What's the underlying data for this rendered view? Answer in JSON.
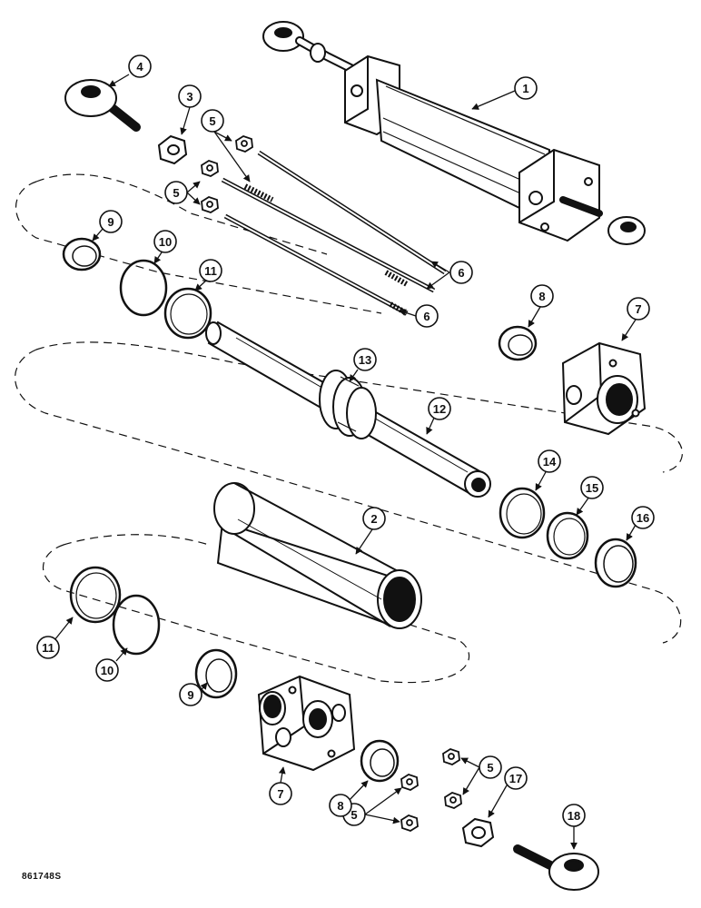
{
  "figure": {
    "reference_code": "861748S",
    "line_color": "#111111",
    "background": "#ffffff"
  },
  "callouts": [
    {
      "id": "c1",
      "label": "1"
    },
    {
      "id": "c2",
      "label": "2"
    },
    {
      "id": "c3",
      "label": "3"
    },
    {
      "id": "c4",
      "label": "4"
    },
    {
      "id": "c5a",
      "label": "5"
    },
    {
      "id": "c5b",
      "label": "5"
    },
    {
      "id": "c5c",
      "label": "5"
    },
    {
      "id": "c5d",
      "label": "5"
    },
    {
      "id": "c6a",
      "label": "6"
    },
    {
      "id": "c6b",
      "label": "6"
    },
    {
      "id": "c7a",
      "label": "7"
    },
    {
      "id": "c7b",
      "label": "7"
    },
    {
      "id": "c8a",
      "label": "8"
    },
    {
      "id": "c8b",
      "label": "8"
    },
    {
      "id": "c9a",
      "label": "9"
    },
    {
      "id": "c9b",
      "label": "9"
    },
    {
      "id": "c10a",
      "label": "10"
    },
    {
      "id": "c10b",
      "label": "10"
    },
    {
      "id": "c11a",
      "label": "11"
    },
    {
      "id": "c11b",
      "label": "11"
    },
    {
      "id": "c12",
      "label": "12"
    },
    {
      "id": "c13",
      "label": "13"
    },
    {
      "id": "c14",
      "label": "14"
    },
    {
      "id": "c15",
      "label": "15"
    },
    {
      "id": "c16",
      "label": "16"
    },
    {
      "id": "c17",
      "label": "17"
    },
    {
      "id": "c18",
      "label": "18"
    }
  ]
}
